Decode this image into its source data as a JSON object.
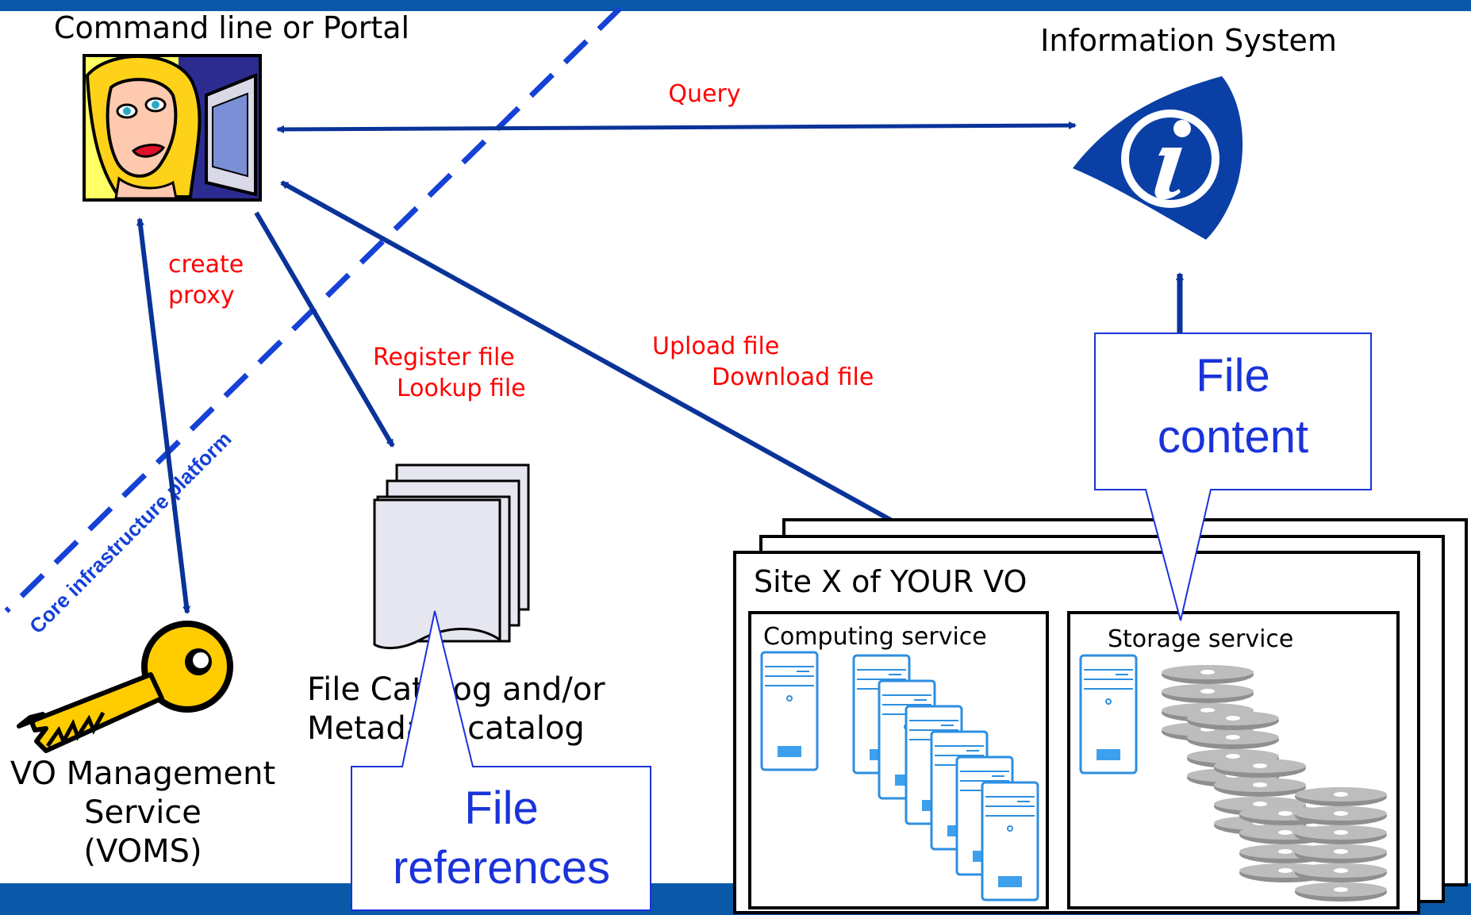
{
  "colors": {
    "accent": "#0a3fa6",
    "arrow": "#0a3399",
    "dashed_line": "#1541d6",
    "label_red": "#ff0000",
    "callout_text": "#1a33d9",
    "footer_band": "#0a58a8"
  },
  "top_left": {
    "title": "Command line or Portal",
    "icon": "woman-at-computer-icon"
  },
  "info_system": {
    "title": "Information System",
    "icon": "info-eye-icon"
  },
  "arrows": {
    "query": "Query",
    "create_proxy_line1": "create",
    "create_proxy_line2": "proxy",
    "register_file": "Register file",
    "lookup_file": "Lookup file",
    "upload_file": "Upload file",
    "download_file": "Download file"
  },
  "platform_label": "Core infrastructure platform",
  "voms": {
    "line1": "VO Management",
    "line2": "Service",
    "line3": "(VOMS)",
    "icon": "key-icon"
  },
  "catalog": {
    "line1": "File Catalog and/or",
    "line2": "Metadata catalog",
    "icon": "document-stack-icon"
  },
  "callouts": {
    "file_references_line1": "File",
    "file_references_line2": "references",
    "file_content_line1": "File",
    "file_content_line2": "content"
  },
  "site": {
    "title": "Site X of YOUR VO",
    "computing_service": "Computing service",
    "storage_service": "Storage service",
    "server_icon": "server-tower-icon",
    "disk_icon": "disk-platter-icon"
  }
}
